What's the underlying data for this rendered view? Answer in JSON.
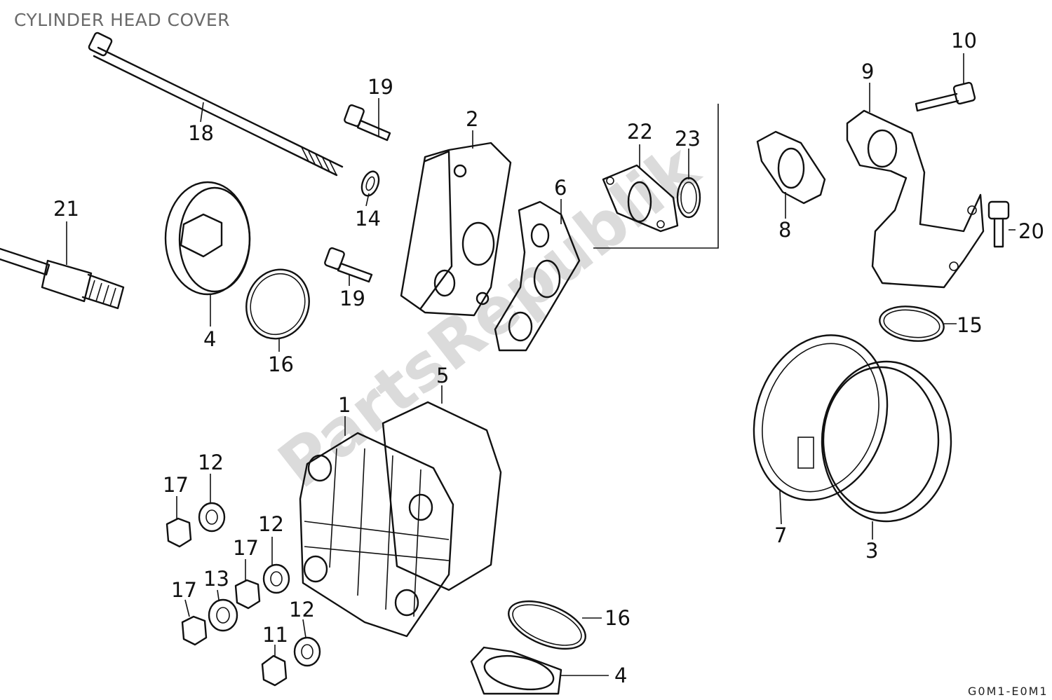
{
  "diagram": {
    "title": "CYLINDER HEAD COVER",
    "watermark": "PartsRepublik",
    "code": "G0M1-E0M1",
    "colors": {
      "line": "#111111",
      "title": "#6a6a6a",
      "watermark": "#d8d8d8"
    }
  },
  "callouts": {
    "c1": "1",
    "c2": "2",
    "c3": "3",
    "c4a": "4",
    "c4b": "4",
    "c5": "5",
    "c6": "6",
    "c7": "7",
    "c8": "8",
    "c9": "9",
    "c10": "10",
    "c11": "11",
    "c12a": "12",
    "c12b": "12",
    "c12c": "12",
    "c13": "13",
    "c14": "14",
    "c15": "15",
    "c16a": "16",
    "c16b": "16",
    "c17a": "17",
    "c17b": "17",
    "c17c": "17",
    "c18": "18",
    "c19a": "19",
    "c19b": "19",
    "c20": "20",
    "c21": "21",
    "c22": "22",
    "c23": "23"
  }
}
